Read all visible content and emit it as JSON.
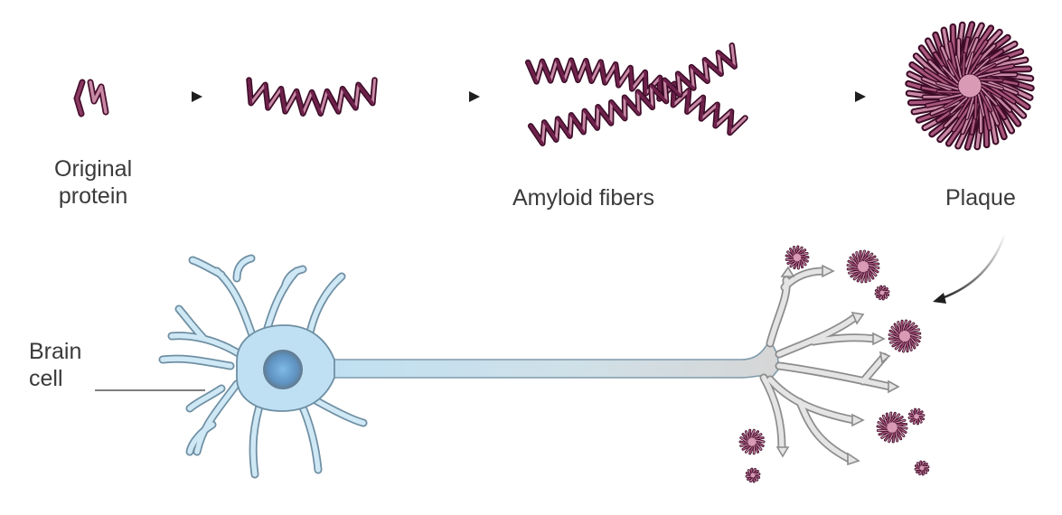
{
  "labels": {
    "original_protein": [
      "Original",
      "protein"
    ],
    "amyloid_fibers": "Amyloid fibers",
    "plaque": "Plaque",
    "brain_cell": [
      "Brain",
      "cell"
    ]
  },
  "colors": {
    "protein_dark": "#6e1f4a",
    "protein_light": "#c98aa6",
    "plaque_core": "#d89ab5",
    "cell_blue": "#bfe0f2",
    "cell_outline": "#6f8fa3",
    "nucleus": "#6fa9d8",
    "axon_gray": "#d4d4d4",
    "arrow": "#1f1f1f",
    "text": "#3a3a3a"
  },
  "icons": [
    "protein-monomer-icon",
    "oligomer-icon",
    "amyloid-fiber-icon",
    "plaque-icon",
    "neuron-icon"
  ]
}
